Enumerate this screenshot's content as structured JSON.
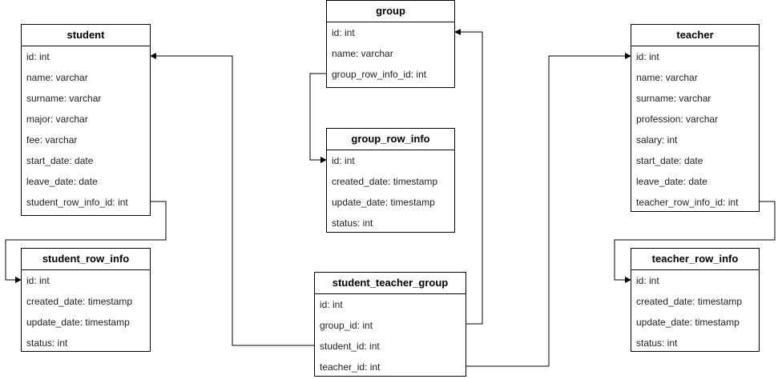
{
  "tables": {
    "student": {
      "title": "student",
      "fields": [
        "id: int",
        "name: varchar",
        "surname: varchar",
        "major: varchar",
        "fee: varchar",
        "start_date: date",
        "leave_date: date",
        "student_row_info_id: int"
      ]
    },
    "student_row_info": {
      "title": "student_row_info",
      "fields": [
        "id: int",
        "created_date: timestamp",
        "update_date: timestamp",
        "status: int"
      ]
    },
    "group": {
      "title": "group",
      "fields": [
        "id: int",
        "name: varchar",
        "group_row_info_id: int"
      ]
    },
    "group_row_info": {
      "title": "group_row_info",
      "fields": [
        "id: int",
        "created_date: timestamp",
        "update_date: timestamp",
        "status: int"
      ]
    },
    "student_teacher_group": {
      "title": "student_teacher_group",
      "fields": [
        "id: int",
        "group_id: int",
        "student_id: int",
        "teacher_id: int"
      ]
    },
    "teacher": {
      "title": "teacher",
      "fields": [
        "id: int",
        "name: varchar",
        "surname: varchar",
        "profession: varchar",
        "salary: int",
        "start_date: date",
        "leave_date: date",
        "teacher_row_info_id: int"
      ]
    },
    "teacher_row_info": {
      "title": "teacher_row_info",
      "fields": [
        "id: int",
        "created_date: timestamp",
        "update_date: timestamp",
        "status: int"
      ]
    }
  },
  "colors": {
    "border": "#000000",
    "background": "#ffffff",
    "text": "#222222"
  }
}
